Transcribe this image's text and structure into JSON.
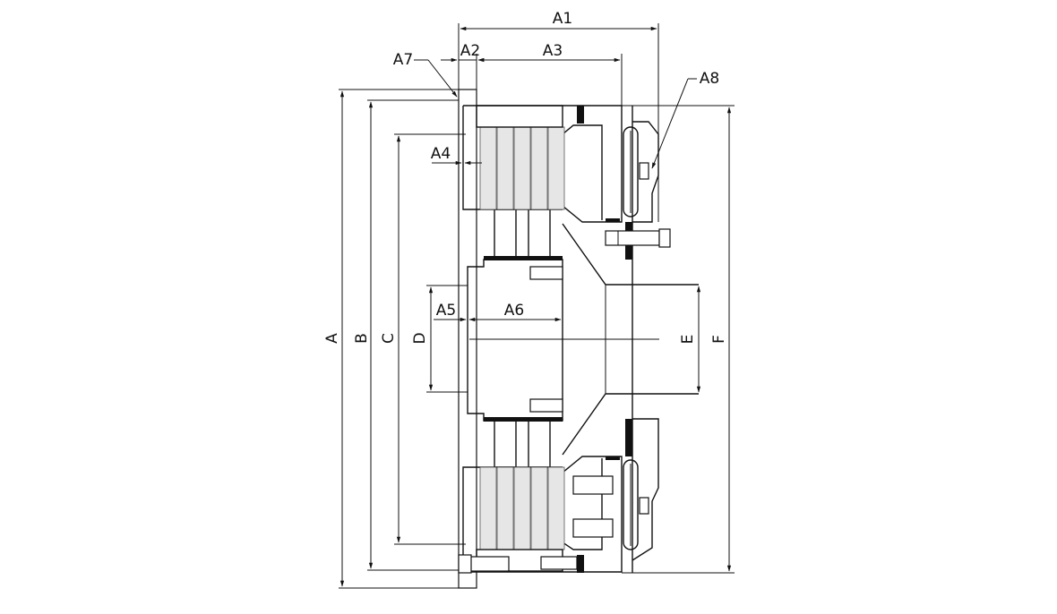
{
  "labels": {
    "A": "A",
    "A1": "A1",
    "A2": "A2",
    "A3": "A3",
    "A4": "A4",
    "A5": "A5",
    "A6": "A6",
    "A7": "A7",
    "A8": "A8",
    "B": "B",
    "C": "C",
    "D": "D",
    "E": "E",
    "F": "F"
  },
  "colors": {
    "line": "#111111",
    "roller_fill": "#e6e6e6",
    "background": "#ffffff"
  }
}
